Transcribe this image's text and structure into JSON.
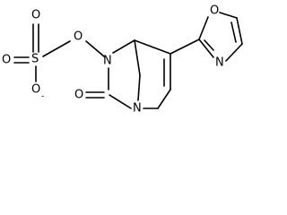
{
  "diagram": {
    "atom_labels": {
      "o_ester_link": "O",
      "n_amide_ring": "N",
      "n_bridgehead": "N",
      "o_carbonyl": "O",
      "o_sulfonyl_top": "O",
      "o_sulfonyl_left": "O",
      "o_anion": "O",
      "anion_charge": "-",
      "sulfur": "S",
      "o_oxazole": "O",
      "n_oxazole": "N"
    }
  }
}
